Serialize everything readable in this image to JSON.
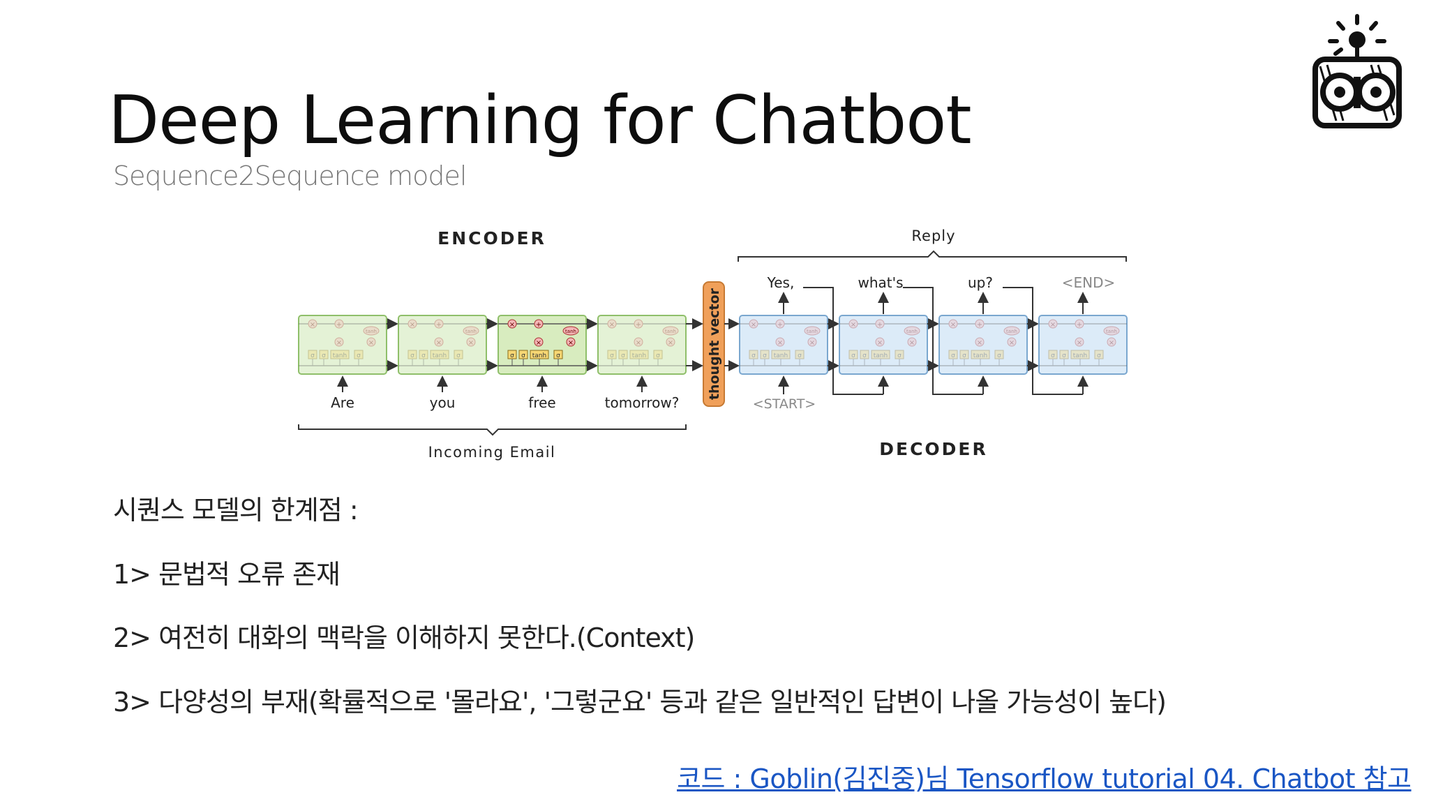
{
  "slide": {
    "title": "Deep Learning for Chatbot",
    "subtitle": "Sequence2Sequence model"
  },
  "diagram": {
    "encoder_label": "ENCODER",
    "decoder_label": "DECODER",
    "reply_label": "Reply",
    "incoming_label": "Incoming Email",
    "thought_vector_label": "thought vector",
    "encoder_inputs": [
      "Are",
      "you",
      "free",
      "tomorrow?"
    ],
    "decoder_outputs": [
      "Yes,",
      "what's",
      "up?",
      "<END>"
    ],
    "decoder_start": "<START>",
    "gate_labels": {
      "sigma": "σ",
      "tanh": "tanh",
      "mult": "×",
      "add": "+"
    },
    "colors": {
      "encoder_cell": "#e4f2d6",
      "encoder_cell_border": "#8fbf6a",
      "encoder_cell_active": "#d8ecbf",
      "decoder_cell": "#dcebf8",
      "decoder_cell_border": "#7aa7cf",
      "thought_vector": "#f0a05a",
      "arrow": "#333333"
    }
  },
  "notes": {
    "heading": "시퀀스 모델의 한계점 :",
    "items": [
      "1> 문법적 오류 존재",
      "2> 여전히 대화의 맥락을 이해하지 못한다.(Context)",
      "3> 다양성의 부재(확률적으로 '몰라요', '그렇군요' 등과 같은 일반적인 답변이 나올 가능성이 높다)"
    ]
  },
  "reference": {
    "text": "코드 : Goblin(김진중)님 Tensorflow tutorial 04. Chatbot 참고"
  }
}
